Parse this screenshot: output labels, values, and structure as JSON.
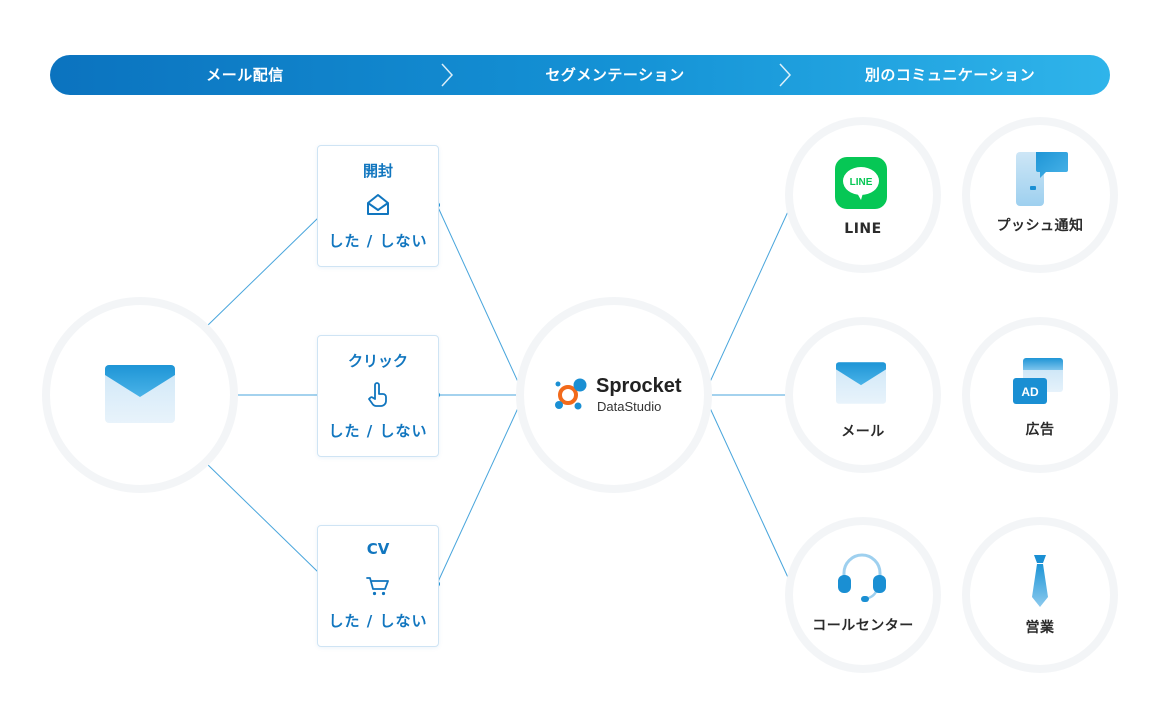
{
  "flow": {
    "stages": [
      "メール配信",
      "セグメンテーション",
      "別のコミュニケーション"
    ]
  },
  "events": [
    {
      "title": "開封",
      "status": "した / しない",
      "icon": "open-envelope-icon"
    },
    {
      "title": "クリック",
      "status": "した / しない",
      "icon": "pointer-hand-icon"
    },
    {
      "title": "CV",
      "status": "した / しない",
      "icon": "cart-icon"
    }
  ],
  "hub": {
    "name": "Sprocket",
    "subname": "DataStudio"
  },
  "channels": [
    {
      "label": "LINE",
      "icon": "line-icon",
      "icon_text": "LINE"
    },
    {
      "label": "プッシュ通知",
      "icon": "push-notification-icon"
    },
    {
      "label": "メール",
      "icon": "mail-icon"
    },
    {
      "label": "広告",
      "icon": "ad-icon",
      "icon_text": "AD"
    },
    {
      "label": "コールセンター",
      "icon": "headset-icon"
    },
    {
      "label": "営業",
      "icon": "necktie-icon"
    }
  ],
  "colors": {
    "accent": "#1176bf",
    "line": "#1a8fd3",
    "line_green": "#06c755",
    "logo_orange": "#f26a1b"
  }
}
